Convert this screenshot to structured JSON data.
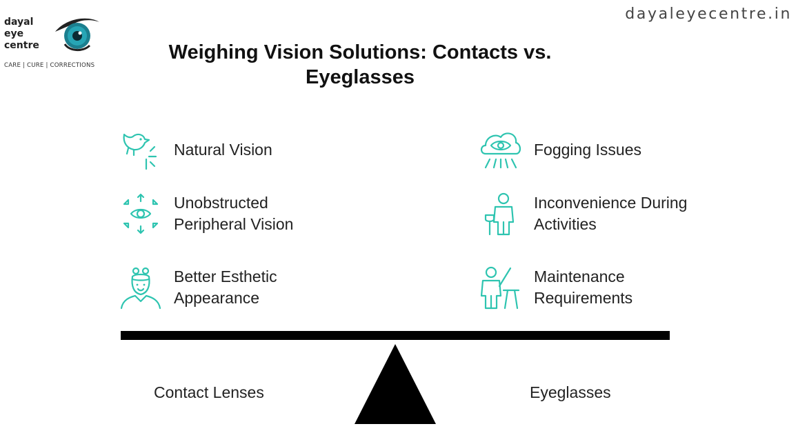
{
  "brand": {
    "name_lines": [
      "dayal",
      "eye",
      "centre"
    ],
    "tagline": "CARE | CURE | CORRECTIONS",
    "website": "dayaleyecentre.in"
  },
  "title": "Weighing Vision Solutions: Contacts vs. Eyeglasses",
  "left_items": [
    {
      "icon": "bird-icon",
      "label": "Natural Vision"
    },
    {
      "icon": "eye-arrows-icon",
      "label": "Unobstructed Peripheral Vision"
    },
    {
      "icon": "woman-face-icon",
      "label": "Better Esthetic Appearance"
    }
  ],
  "right_items": [
    {
      "icon": "cloud-eye-icon",
      "label": "Fogging Issues"
    },
    {
      "icon": "person-cane-icon",
      "label": "Inconvenience During Activities"
    },
    {
      "icon": "teacher-pointer-icon",
      "label": "Maintenance Requirements"
    }
  ],
  "scale": {
    "left_label": "Contact Lenses",
    "right_label": "Eyeglasses"
  },
  "colors": {
    "accent": "#2ec4b0",
    "logo_eye": "#1a8fa0",
    "beam": "#000000"
  }
}
